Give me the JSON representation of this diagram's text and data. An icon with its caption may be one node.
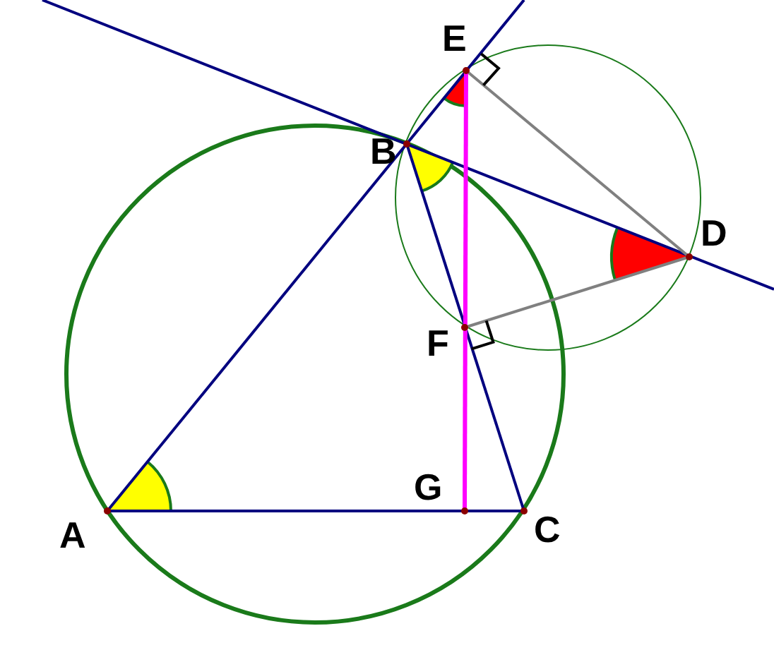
{
  "diagram": {
    "labels": [
      "E",
      "B",
      "D",
      "F",
      "G",
      "A",
      "C"
    ]
  }
}
